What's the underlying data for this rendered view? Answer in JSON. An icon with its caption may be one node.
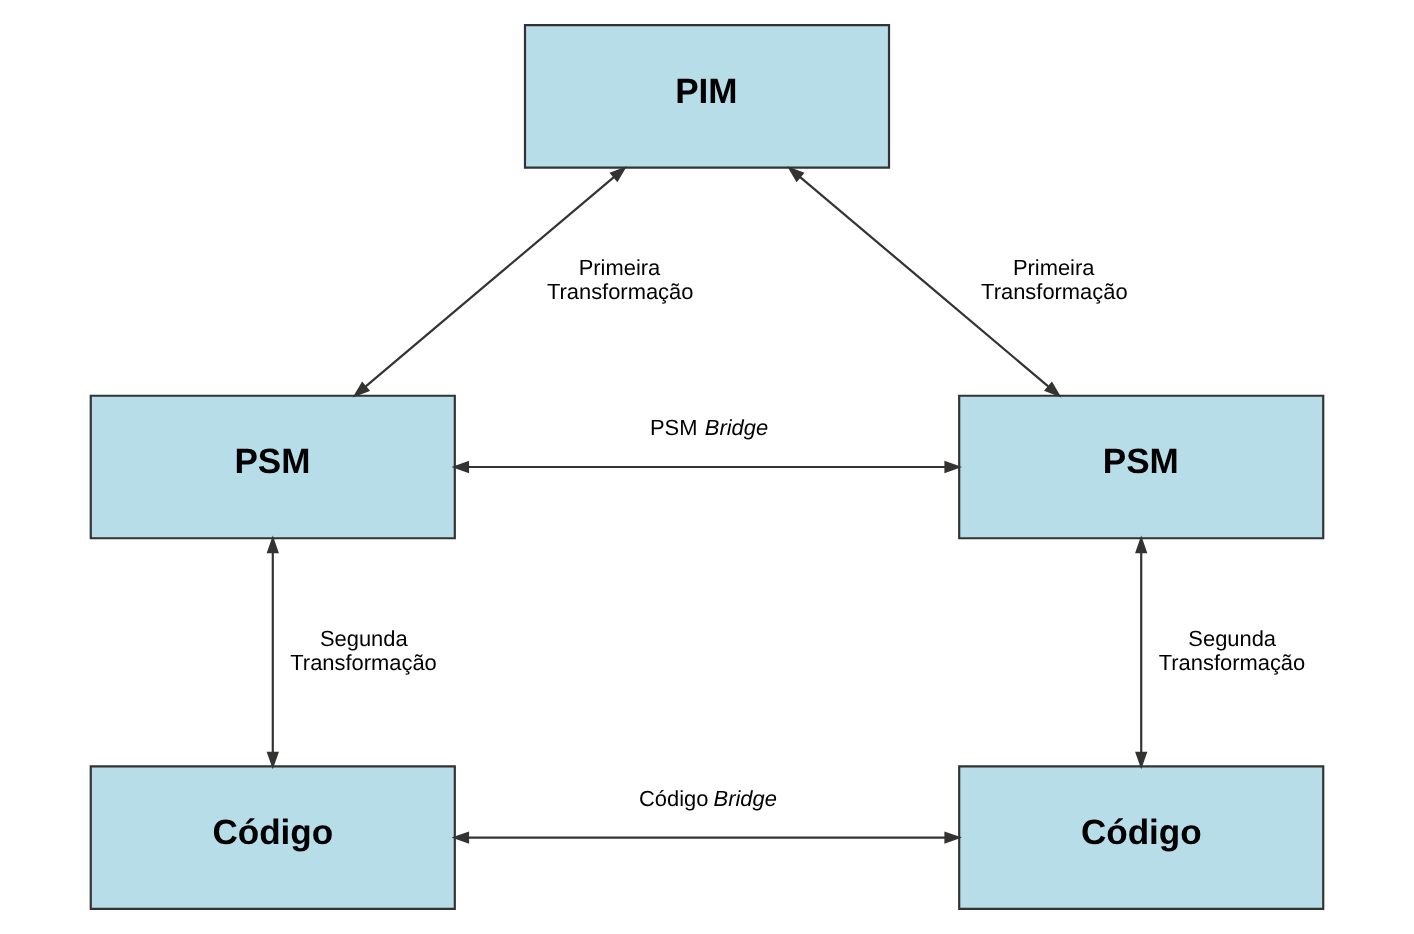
{
  "diagram": {
    "nodes": [
      {
        "text": [
          "PIM"
        ]
      },
      {
        "text": [
          "PSM"
        ]
      },
      {
        "text": [
          "PSM"
        ]
      },
      {
        "text": [
          "Código"
        ]
      },
      {
        "text": [
          "Código"
        ]
      }
    ],
    "edges": [
      {
        "from": 0,
        "to": 1,
        "arrow": "both",
        "label": "Primeira Transformação"
      },
      {
        "from": 0,
        "to": 2,
        "arrow": "both",
        "label": "Primeira Transformação"
      },
      {
        "from": 1,
        "to": 2,
        "arrow": "both",
        "label": "PSM *Bridge*"
      },
      {
        "from": 1,
        "to": 3,
        "arrow": "both",
        "label": "Segunda Transformação"
      },
      {
        "from": 2,
        "to": 4,
        "arrow": "both",
        "label": "Segunda Transformação"
      },
      {
        "from": 3,
        "to": 4,
        "arrow": "both",
        "label": "Código *Bridge*"
      }
    ]
  }
}
